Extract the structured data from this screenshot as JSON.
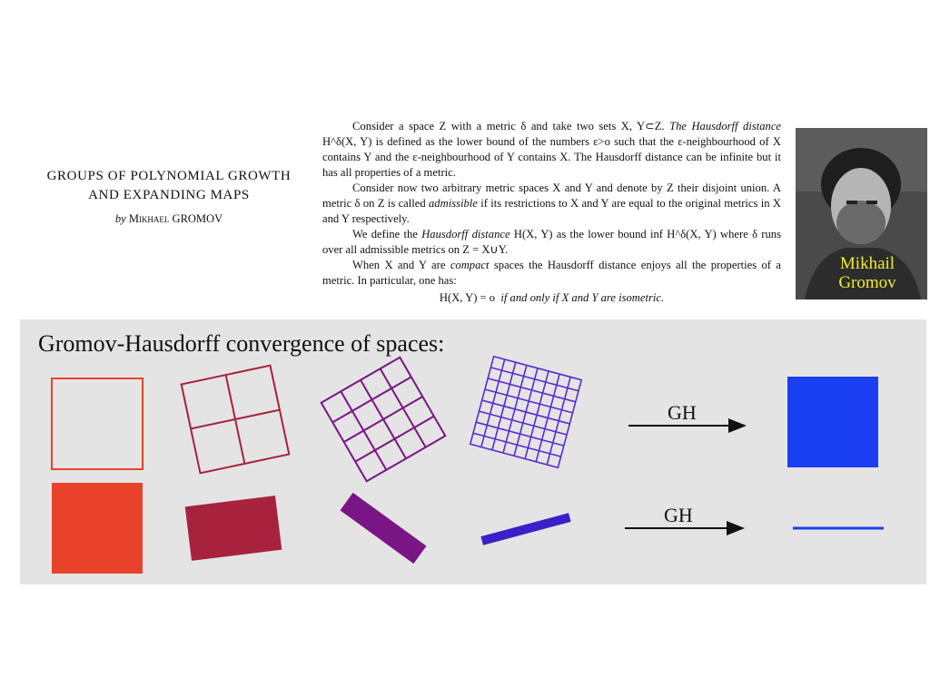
{
  "paper": {
    "title_line1": "GROUPS OF POLYNOMIAL GROWTH",
    "title_line2": "AND EXPANDING MAPS",
    "author_by": "by",
    "author_name": "Mikhael GROMOV"
  },
  "excerpt": {
    "p1": "Consider a space Z with a metric δ and take two sets  X, Y⊂Z.",
    "p1_italic": "The Hausdorff distance",
    "p1_rest": "H^δ(X, Y) is defined as the lower bound of the numbers  ε>o  such that the ε-neighbourhood of X contains Y and the ε-neighbourhood of Y contains X.  The Hausdorff distance can be infinite but it has all properties of a metric.",
    "p2": "Consider now two arbitrary metric spaces X and Y and denote by Z their disjoint union.  A metric δ on Z is called",
    "p2_italic": "admissible",
    "p2_rest": "if its restrictions to X and Y are equal to the original metrics in X and Y respectively.",
    "p3_start": "We define the",
    "p3_italic": "Hausdorff distance",
    "p3_rest": "H(X, Y) as the lower bound  inf H^δ(X, Y)  where δ runs over all admissible metrics on  Z = X∪Y.",
    "p4_start": "When X and Y are",
    "p4_italic": "compact",
    "p4_rest": "spaces the Hausdorff distance enjoys all the properties of a metric.  In particular, one has:",
    "formula_left": "H(X, Y) = o",
    "formula_italic": "if and only if X and Y are isometric."
  },
  "photo": {
    "caption_line1": "Mikhail",
    "caption_line2": "Gromov"
  },
  "panel": {
    "title": "Gromov-Hausdorff convergence of spaces:",
    "arrow_label_top": "GH",
    "arrow_label_bottom": "GH"
  },
  "colors": {
    "red": "#e8432a",
    "crimson": "#a8223e",
    "purple": "#7a1585",
    "violet": "#5a2bd0",
    "blue": "#1a3ff0",
    "panel_bg": "#e4e4e4",
    "caption_yellow": "#f2ec2a"
  }
}
